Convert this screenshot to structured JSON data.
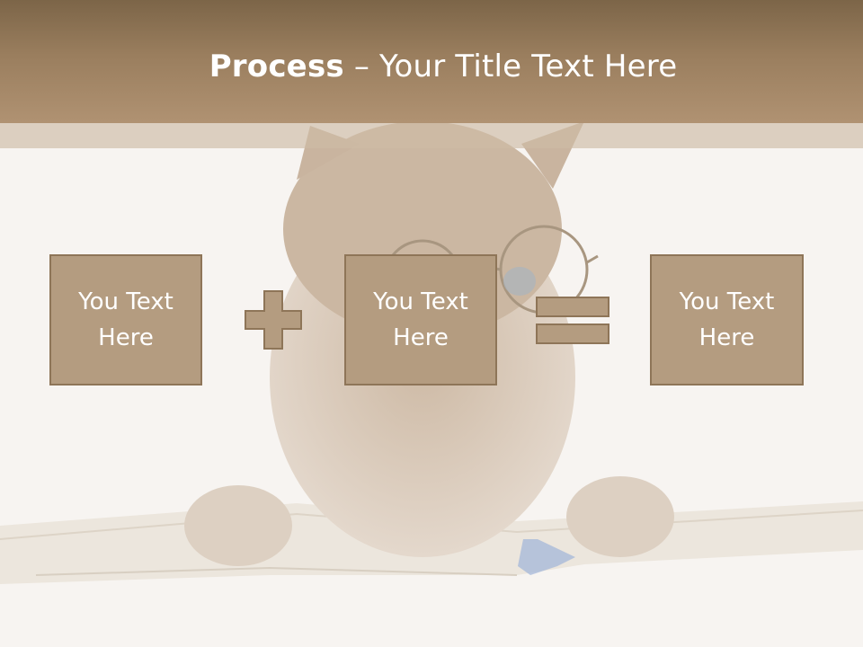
{
  "slide": {
    "title_bold": "Process",
    "title_rest": " – Your Title Text Here"
  },
  "process": {
    "boxes": [
      {
        "line1": "You Text",
        "line2": "Here"
      },
      {
        "line1": "You Text",
        "line2": "Here"
      },
      {
        "line1": "You Text",
        "line2": "Here"
      }
    ],
    "operators": [
      "plus",
      "equals"
    ]
  },
  "colors": {
    "header": "#9a7e5e",
    "box_fill": "#b49c80",
    "box_border": "#8e7558",
    "background": "#f7f4f1"
  }
}
